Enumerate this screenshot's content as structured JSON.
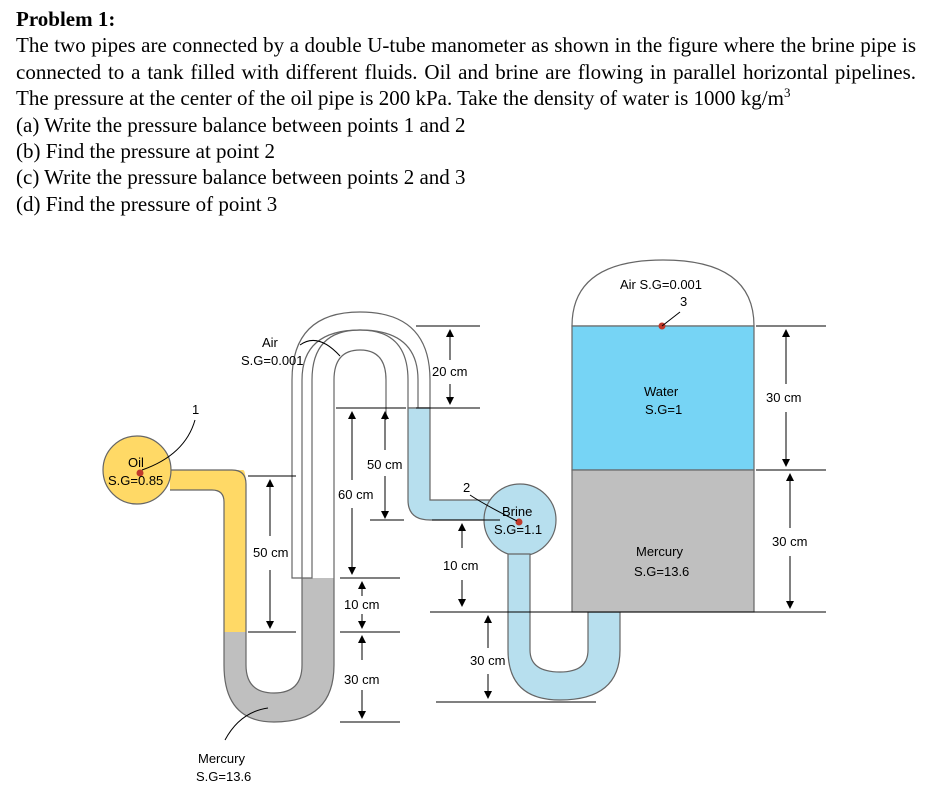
{
  "problem": {
    "title": "Problem 1:",
    "statement": "The two pipes are connected by a double U-tube manometer as shown in the figure where the brine pipe is connected to a tank filled with different fluids. Oil and brine are flowing in parallel horizontal pipelines. The pressure at the center of the oil pipe is 200 kPa. Take the density of water is 1000 kg/m",
    "statement_exponent": "3",
    "questions": [
      "(a) Write the pressure balance between points 1 and 2",
      "(b) Find the pressure at point 2",
      "(c) Write the pressure balance between points 2 and 3",
      "(d) Find the pressure of point 3"
    ]
  },
  "figure": {
    "colors": {
      "oil": "#ffd966",
      "water": "#76d4f5",
      "brine": "#b7dfee",
      "mercury": "#bfbfbf"
    },
    "labels": {
      "oil_name": "Oil",
      "oil_sg": "S.G=0.85",
      "point1": "1",
      "air_left_name": "Air",
      "air_left_sg": "S.G=0.001",
      "mercury_left_name": "Mercury",
      "mercury_left_sg": "S.G=13.6",
      "brine_name": "Brine",
      "brine_sg": "S.G=1.1",
      "point2": "2",
      "air_tank": "Air S.G=0.001",
      "point3": "3",
      "water_name": "Water",
      "water_sg": "S.G=1",
      "mercury_tank_name": "Mercury",
      "mercury_tank_sg": "S.G=13.6"
    },
    "dimensions": {
      "d_50cm_left": "50 cm",
      "d_60cm": "60 cm",
      "d_50cm_mid": "50 cm",
      "d_10cm_left": "10 cm",
      "d_30cm_left": "30 cm",
      "d_20cm": "20 cm",
      "d_10cm_mid": "10 cm",
      "d_30cm_mid": "30 cm",
      "d_30cm_water": "30 cm",
      "d_30cm_mercury": "30 cm"
    }
  }
}
